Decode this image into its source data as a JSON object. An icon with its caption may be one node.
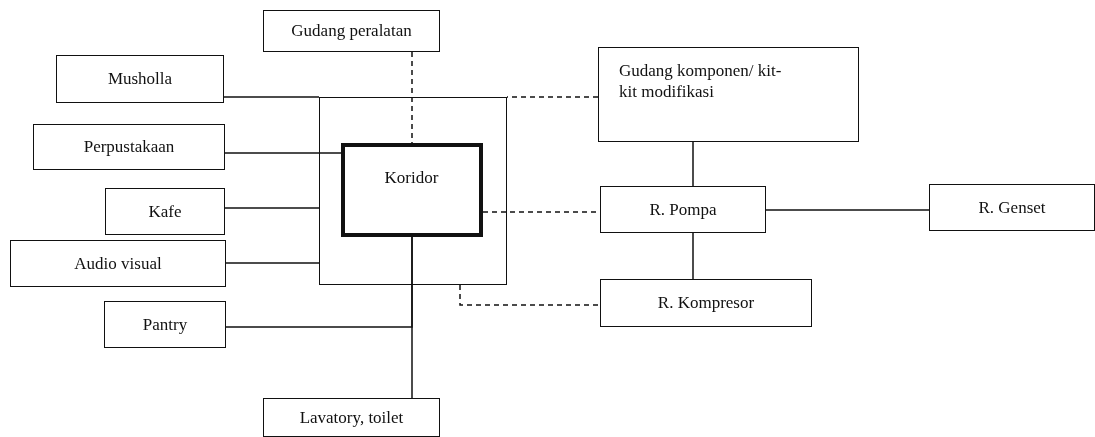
{
  "diagram": {
    "nodes": [
      {
        "text": [
          "Gudang peralatan"
        ]
      },
      {
        "text": [
          "Musholla"
        ]
      },
      {
        "text": [],
        "shape": "box"
      },
      {
        "text": [
          "Koridor"
        ],
        "in": 2
      },
      {
        "text": [
          "Gudang komponen/ kit-kit modifikasi"
        ]
      },
      {
        "text": [
          "Perpustakaan"
        ]
      },
      {
        "text": [
          "Kafe"
        ]
      },
      {
        "text": [
          "R. Pompa"
        ]
      },
      {
        "text": [
          "R. Genset"
        ]
      },
      {
        "text": [
          "Audio visual"
        ]
      },
      {
        "text": [
          "R. Kompresor"
        ]
      },
      {
        "text": [
          "Pantry"
        ]
      },
      {
        "text": [
          "Lavatory, toilet"
        ]
      }
    ],
    "edges": [
      {
        "from": 0,
        "to": 3,
        "arrow": "none",
        "style": "dashed"
      },
      {
        "from": 1,
        "to": 2,
        "arrow": "none"
      },
      {
        "from": 4,
        "to": 2,
        "arrow": "none",
        "style": "dashed"
      },
      {
        "from": 5,
        "to": 3,
        "arrow": "none"
      },
      {
        "from": 6,
        "to": 2,
        "arrow": "none"
      },
      {
        "from": 3,
        "to": 7,
        "arrow": "none",
        "style": "dashed"
      },
      {
        "from": 4,
        "to": 7,
        "arrow": "none"
      },
      {
        "from": 7,
        "to": 8,
        "arrow": "none"
      },
      {
        "from": 9,
        "to": 2,
        "arrow": "none"
      },
      {
        "from": 7,
        "to": 10,
        "arrow": "none"
      },
      {
        "from": 2,
        "to": 10,
        "arrow": "none",
        "style": "dashed"
      },
      {
        "from": 11,
        "to": 3,
        "arrow": "none"
      },
      {
        "from": 3,
        "to": 12,
        "arrow": "none"
      }
    ]
  }
}
